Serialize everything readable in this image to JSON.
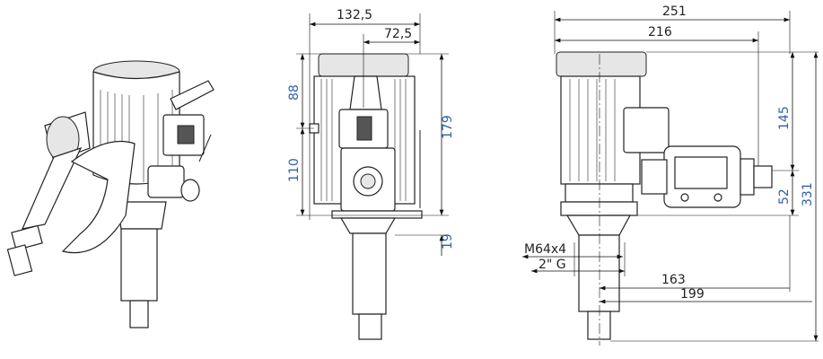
{
  "dimensions": {
    "front": {
      "width_total": "132,5",
      "width_offset": "72,5",
      "height_top": "88",
      "height_lower": "110",
      "height_total": "179",
      "height_base": "19"
    },
    "side": {
      "length_total": "251",
      "length_body": "216",
      "height_upper": "145",
      "height_lower": "52",
      "height_total": "331",
      "thread": "M64x4",
      "connection": "2\" G",
      "offset_163": "163",
      "offset_199": "199"
    }
  },
  "colors": {
    "vertical_dimension_text": "#2f5fa8",
    "horizontal_dimension_text": "#222222"
  }
}
